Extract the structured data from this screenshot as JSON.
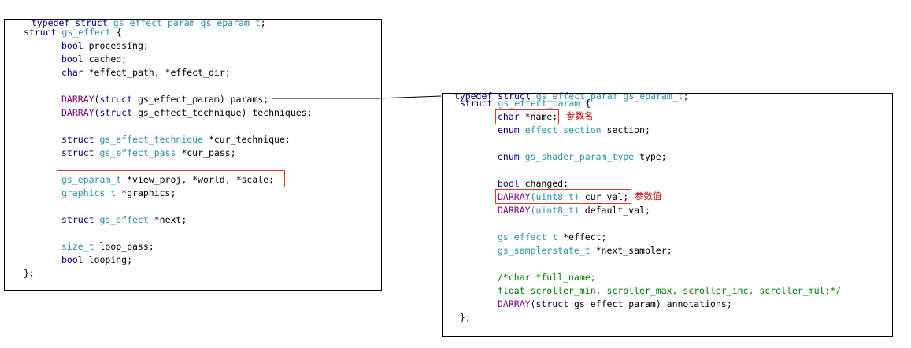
{
  "left": {
    "typedef": {
      "kw1": "typedef",
      "kw2": "struct",
      "ty1": "gs_effect_param",
      "ty2": "gs_eparam_t",
      "end": ";"
    },
    "struct_open": {
      "kw": "struct",
      "ty": "gs_effect",
      "rest": " {"
    },
    "lines": {
      "processing": {
        "kw": "bool",
        "rest": " processing;"
      },
      "cached": {
        "kw": "bool",
        "rest": " cached;"
      },
      "paths": {
        "kw": "char",
        "rest": " *effect_path, *effect_dir;"
      },
      "params": {
        "mac": "DARRAY",
        "p1": "(",
        "kw": "struct",
        "ty": " gs_effect_param",
        "rest": ") params;"
      },
      "techniques": {
        "mac": "DARRAY",
        "p1": "(",
        "kw": "struct",
        "ty": " gs_effect_technique",
        "rest": ") techniques;"
      },
      "cur_technique": {
        "kw": "struct",
        "ty": " gs_effect_technique",
        "rest": " *cur_technique;"
      },
      "cur_pass": {
        "kw": "struct",
        "ty": " gs_effect_pass",
        "rest": " *cur_pass;"
      },
      "eparams": {
        "ty": "gs_eparam_t",
        "rest": " *view_proj, *world, *scale;"
      },
      "graphics": {
        "ty": "graphics_t",
        "rest": " *graphics;"
      },
      "next": {
        "kw": "struct",
        "ty": " gs_effect",
        "rest": " *next;"
      },
      "loop_pass": {
        "ty": "size_t",
        "rest": " loop_pass;"
      },
      "looping": {
        "kw": "bool",
        "rest": " looping;"
      }
    },
    "struct_close": "};"
  },
  "right": {
    "typedef": {
      "kw1": "typedef",
      "kw2": "struct",
      "ty1": "gs_effect_param",
      "ty2": "gs_eparam_t",
      "end": ";"
    },
    "struct_open": {
      "kw": "struct",
      "ty": "gs_effect_param",
      "rest": " {"
    },
    "lines": {
      "name": {
        "kw": "char",
        "rest": " *name;",
        "note": "参数名"
      },
      "section": {
        "kw": "enum",
        "ty": " effect_section",
        "rest": " section;"
      },
      "type": {
        "kw": "enum",
        "ty": " gs_shader_param_type",
        "rest": " type;"
      },
      "changed": {
        "kw": "bool",
        "rest": " changed;"
      },
      "cur_val": {
        "mac": "DARRAY",
        "ty": "(uint8_t)",
        "rest": " cur_val;",
        "note": "参数值"
      },
      "default_val": {
        "mac": "DARRAY",
        "ty": "(uint8_t)",
        "rest": " default_val;"
      },
      "effect": {
        "ty": "gs_effect_t",
        "rest": " *effect;"
      },
      "next_sampler": {
        "ty": "gs_samplerstate_t",
        "rest": " *next_sampler;"
      },
      "comment1": "/*char *full_name;",
      "comment2": "float scroller_min, scroller_max, scroller_inc, scroller_mul;*/",
      "annotations": {
        "mac": "DARRAY",
        "p1": "(",
        "kw": "struct",
        "ty": " gs_effect_param",
        "rest": ") annotations;"
      }
    },
    "struct_close": "};"
  },
  "colors": {
    "keyword": "#000080",
    "type": "#2b91af",
    "macro": "#800080",
    "comment": "#008000",
    "annotation": "#c00000",
    "highlight_box": "#e03030"
  }
}
